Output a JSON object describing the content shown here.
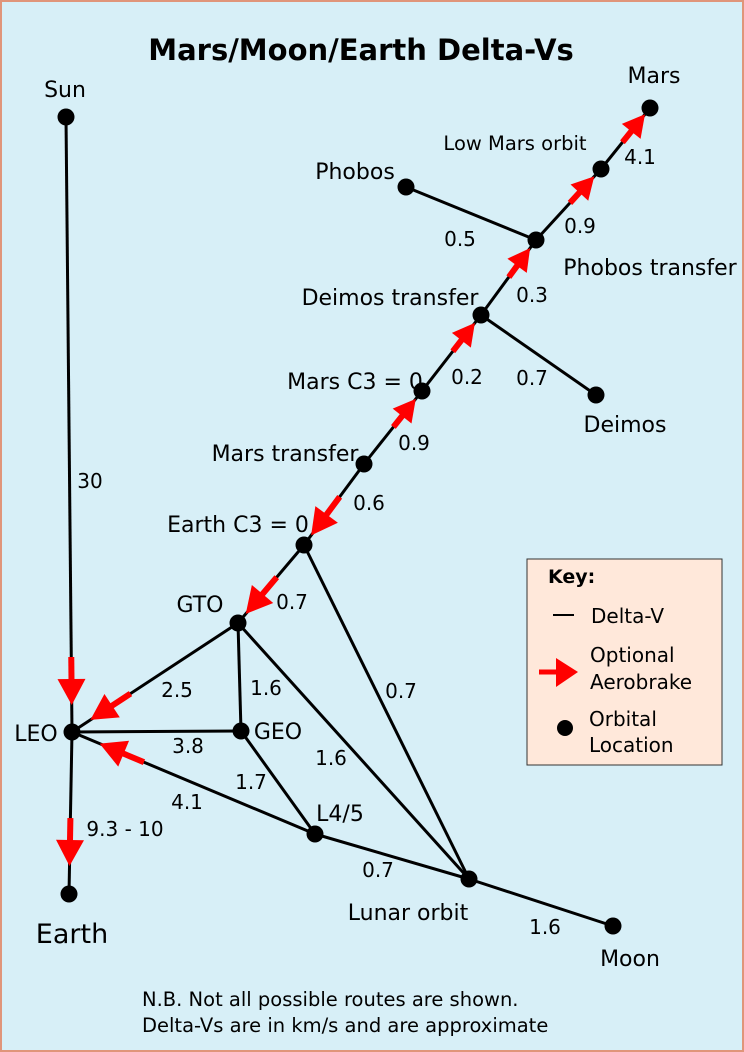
{
  "title": "Mars/Moon/Earth Delta-Vs",
  "colors": {
    "background": "#d7eff7",
    "border": "#e0957a",
    "aerobrake": "#ff0000",
    "key_bg": "#ffe8da"
  },
  "nodes": {
    "sun": "Sun",
    "mars": "Mars",
    "lmo": "Low Mars orbit",
    "phobos": "Phobos",
    "phobos_t": "Phobos transfer",
    "deimos_t": "Deimos transfer",
    "deimos": "Deimos",
    "mars_c3": "Mars C3 = 0",
    "mars_t": "Mars transfer",
    "earth_c3": "Earth C3 = 0",
    "gto": "GTO",
    "geo": "GEO",
    "leo": "LEO",
    "l45": "L4/5",
    "lunar": "Lunar orbit",
    "moon": "Moon",
    "earth": "Earth"
  },
  "edges": [
    {
      "from": "sun",
      "to": "leo",
      "dv": "30",
      "aerobrake": true
    },
    {
      "from": "lmo",
      "to": "mars",
      "dv": "4.1",
      "aerobrake": true
    },
    {
      "from": "phobos_t",
      "to": "lmo",
      "dv": "0.9",
      "aerobrake": true
    },
    {
      "from": "phobos",
      "to": "phobos_t",
      "dv": "0.5",
      "aerobrake": false
    },
    {
      "from": "deimos_t",
      "to": "phobos_t",
      "dv": "0.3",
      "aerobrake": true
    },
    {
      "from": "deimos_t",
      "to": "deimos",
      "dv": "0.7",
      "aerobrake": false
    },
    {
      "from": "mars_c3",
      "to": "deimos_t",
      "dv": "0.2",
      "aerobrake": true
    },
    {
      "from": "mars_t",
      "to": "mars_c3",
      "dv": "0.9",
      "aerobrake": true
    },
    {
      "from": "mars_t",
      "to": "earth_c3",
      "dv": "0.6",
      "aerobrake": true
    },
    {
      "from": "earth_c3",
      "to": "gto",
      "dv": "0.7",
      "aerobrake": true
    },
    {
      "from": "earth_c3",
      "to": "lunar",
      "dv": "0.7",
      "aerobrake": false
    },
    {
      "from": "gto",
      "to": "leo",
      "dv": "2.5",
      "aerobrake": true
    },
    {
      "from": "gto",
      "to": "geo",
      "dv": "1.6",
      "aerobrake": false
    },
    {
      "from": "gto",
      "to": "lunar",
      "dv": "1.6",
      "aerobrake": false
    },
    {
      "from": "geo",
      "to": "leo",
      "dv": "3.8",
      "aerobrake": false
    },
    {
      "from": "geo",
      "to": "l45",
      "dv": "1.7",
      "aerobrake": false
    },
    {
      "from": "l45",
      "to": "leo",
      "dv": "4.1",
      "aerobrake": true
    },
    {
      "from": "l45",
      "to": "lunar",
      "dv": "0.7",
      "aerobrake": false
    },
    {
      "from": "lunar",
      "to": "moon",
      "dv": "1.6",
      "aerobrake": false
    },
    {
      "from": "leo",
      "to": "earth",
      "dv": "9.3 - 10",
      "aerobrake": true
    }
  ],
  "key": {
    "title": "Key:",
    "delta_v": "Delta-V",
    "aerobrake_1": "Optional",
    "aerobrake_2": "Aerobrake",
    "location_1": "Orbital",
    "location_2": "Location"
  },
  "footer": {
    "line1": "N.B. Not all possible routes are shown.",
    "line2": "Delta-Vs are in km/s and are approximate"
  }
}
